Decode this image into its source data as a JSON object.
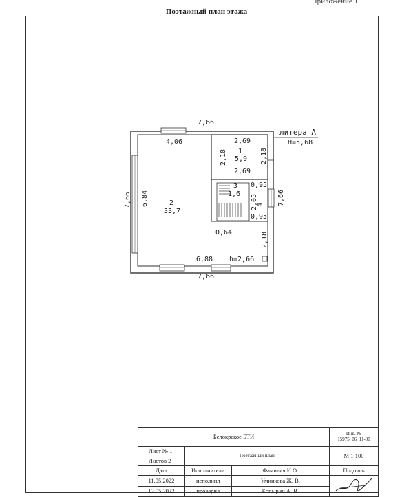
{
  "header": {
    "appendix": "Приложение 1",
    "title": "Поэтажный план этажа"
  },
  "plan": {
    "litera": "литера А",
    "height_total": "Н=5,68",
    "dims": {
      "top_outer": "7,66",
      "bottom_outer": "7,66",
      "left_outer": "7,66",
      "right_outer": "7,66",
      "room2_top": "4,06",
      "room2_left": "6,84",
      "room2_bottom": "6,88",
      "room1_top": "2,69",
      "room1_bottom": "2,69",
      "room1_left": "2,18",
      "room1_right": "2,18",
      "stair_095_top": "0,95",
      "stair_095_bottom": "0,95",
      "stair_205": "2,05",
      "stair_4": "4",
      "corridor_064": "0,64",
      "corridor_218": "2,18",
      "height_room": "h=2,66"
    },
    "rooms": [
      {
        "number": "1",
        "area": "5,9"
      },
      {
        "number": "2",
        "area": "33,7"
      },
      {
        "number": "3",
        "area": "1,6"
      }
    ]
  },
  "stamp": {
    "inv_label": "Инв. №",
    "inv_value": "15975_06_11-00",
    "org": "Белокрское БТИ",
    "sheet_label": "Лист № 1",
    "sheets_label": "Листов 2",
    "plan_name": "Поэтажный план",
    "scale": "М 1:100",
    "col_date": "Дата",
    "col_executors": "Исполнители",
    "col_name": "Фамилия И.О.",
    "col_sign": "Подпись",
    "row1_date": "11.05.2022",
    "row1_role": "исполнил",
    "row1_name": "Умникова Ж. В.",
    "row2_date": "12.05.2022",
    "row2_role": "проверил",
    "row2_name": "Копырин А. В."
  }
}
